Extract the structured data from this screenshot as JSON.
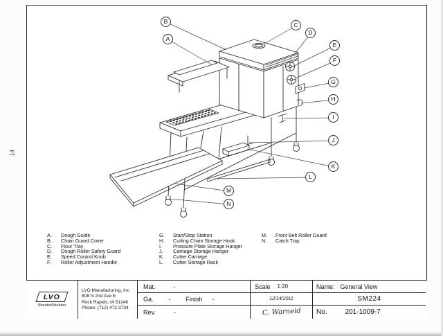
{
  "colors": {
    "ink": "#232323",
    "paper": "#ffffff"
  },
  "page": {
    "number": "14"
  },
  "callouts": [
    {
      "letter": "A"
    },
    {
      "letter": "B"
    },
    {
      "letter": "C"
    },
    {
      "letter": "D"
    },
    {
      "letter": "E"
    },
    {
      "letter": "F"
    },
    {
      "letter": "G"
    },
    {
      "letter": "H"
    },
    {
      "letter": "I"
    },
    {
      "letter": "J"
    },
    {
      "letter": "K"
    },
    {
      "letter": "L"
    },
    {
      "letter": "M"
    },
    {
      "letter": "N"
    }
  ],
  "legend": {
    "columns": [
      {
        "items": [
          {
            "letter": "A.",
            "label": "Dough Guide"
          },
          {
            "letter": "B.",
            "label": "Chain Guard Cover"
          },
          {
            "letter": "C.",
            "label": "Flour Tray"
          },
          {
            "letter": "D.",
            "label": "Dough Roller Safety Guard"
          },
          {
            "letter": "E.",
            "label": "Speed Control Knob"
          },
          {
            "letter": "F.",
            "label": "Roller Adjustment Handle"
          }
        ]
      },
      {
        "items": [
          {
            "letter": "G.",
            "label": "Start/Stop Station"
          },
          {
            "letter": "H.",
            "label": "Curling Chain Storage Hook"
          },
          {
            "letter": "I.",
            "label": "Pressure Plate Storage Hanger"
          },
          {
            "letter": "J.",
            "label": "Carriage Storage Hanger"
          },
          {
            "letter": "K.",
            "label": "Cutter Carriage"
          },
          {
            "letter": "L.",
            "label": "Cutter Storage Rack"
          }
        ]
      },
      {
        "items": [
          {
            "letter": "M.",
            "label": "Front Belt Roller Guard"
          },
          {
            "letter": "N.",
            "label": "Catch Tray"
          }
        ]
      }
    ]
  },
  "title_block": {
    "logo_text": "LVO",
    "logo_subtitle": "Sheeter/Moulder",
    "company_lines": [
      "LVO Manufacturing, Inc",
      "808 N 2nd Ave E",
      "Rock Rapids, IA 51246",
      "Phone: (712) 472-3734"
    ],
    "mat_label": "Mat.",
    "mat_value": "-",
    "ga_label": "Ga.",
    "ga_value": "-",
    "finish_label": "Finish",
    "finish_value": "-",
    "rev_label": "Rev.",
    "rev_value": "-",
    "scale_label": "Scale",
    "scale_value": "1:20",
    "date": "12/14/2011",
    "signature": "C. Warneid",
    "name_label": "Name:",
    "name_value": "General View",
    "model": "SM224",
    "no_label": "No.",
    "no_value": "201-1009-7"
  }
}
